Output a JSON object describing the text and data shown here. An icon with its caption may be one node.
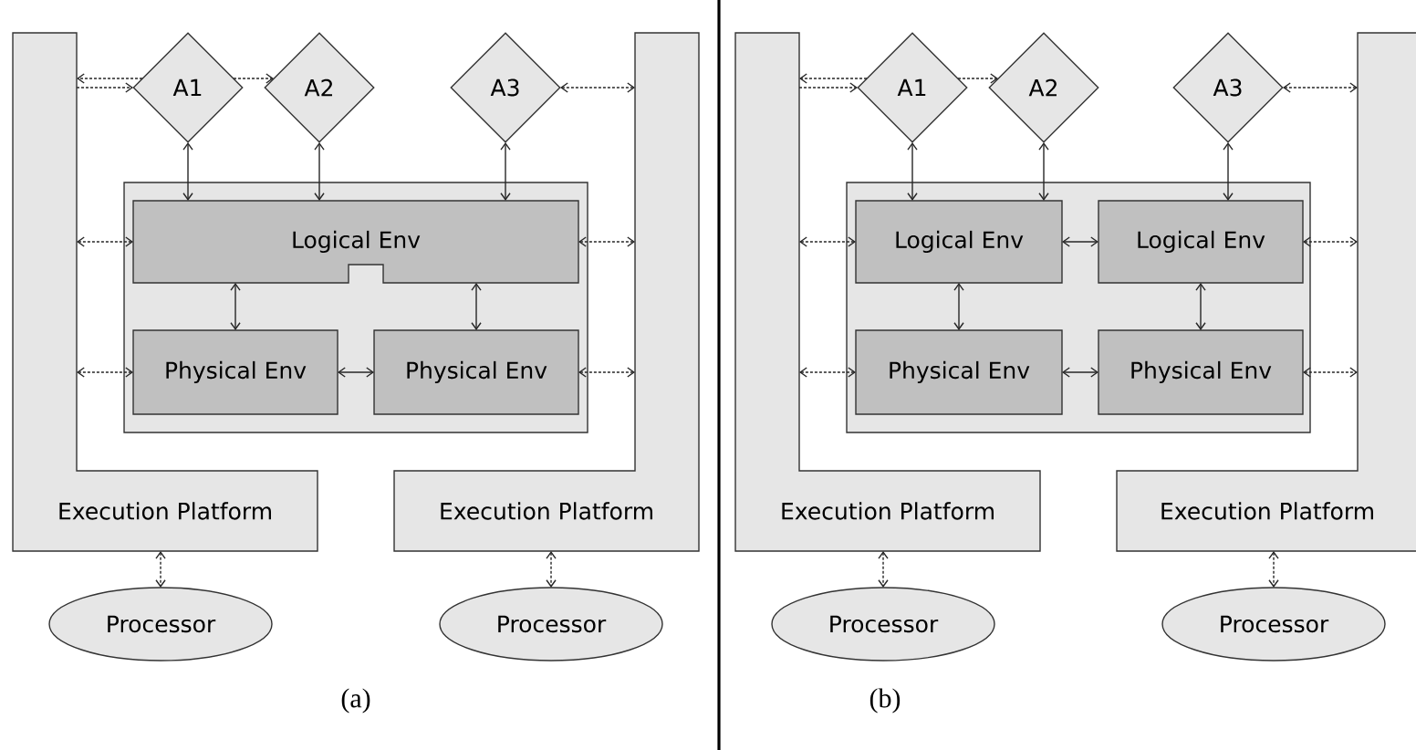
{
  "diagram": {
    "nodes": [
      {
        "text": [
          "Execution Platform"
        ]
      },
      {
        "text": [
          "A1"
        ]
      },
      {
        "text": [
          "A2"
        ]
      },
      {
        "text": [
          "A3"
        ]
      },
      {
        "text": [
          "Execution Platform"
        ]
      },
      {
        "text": [],
        "shape": "box"
      },
      {
        "text": [
          "Logical Env"
        ],
        "in": 5
      },
      {
        "text": [
          "Physical Env"
        ],
        "in": 5
      },
      {
        "text": [
          "Physical Env"
        ],
        "in": 5
      },
      {
        "text": [
          "Processor"
        ]
      },
      {
        "text": [
          "Processor"
        ]
      },
      {
        "text": [
          "Execution Platform"
        ]
      },
      {
        "text": [
          "A1"
        ]
      },
      {
        "text": [
          "A2"
        ]
      },
      {
        "text": [
          "A3"
        ]
      },
      {
        "text": [
          "Execution Platform"
        ]
      },
      {
        "text": [],
        "shape": "box"
      },
      {
        "text": [
          "Logical Env"
        ],
        "in": 16
      },
      {
        "text": [
          "Logical Env"
        ],
        "in": 16
      },
      {
        "text": [
          "Physical Env"
        ],
        "in": 16
      },
      {
        "text": [
          "Physical Env"
        ],
        "in": 16
      },
      {
        "text": [
          "Processor"
        ]
      },
      {
        "text": [
          "Processor"
        ]
      }
    ],
    "edges": [
      {
        "from": 1,
        "to": 0,
        "arrow": "to",
        "style": "dashed"
      },
      {
        "from": 0,
        "to": 1,
        "arrow": "to",
        "style": "dashed"
      },
      {
        "from": 1,
        "to": 2,
        "arrow": "to",
        "style": "dashed"
      },
      {
        "from": 3,
        "to": 4,
        "arrow": "both",
        "style": "dashed"
      },
      {
        "from": 1,
        "to": 6,
        "arrow": "both"
      },
      {
        "from": 2,
        "to": 6,
        "arrow": "both"
      },
      {
        "from": 3,
        "to": 6,
        "arrow": "both"
      },
      {
        "from": 0,
        "to": 6,
        "arrow": "both",
        "style": "dashed"
      },
      {
        "from": 6,
        "to": 4,
        "arrow": "both",
        "style": "dashed"
      },
      {
        "from": 6,
        "to": 7,
        "arrow": "both"
      },
      {
        "from": 6,
        "to": 8,
        "arrow": "both"
      },
      {
        "from": 7,
        "to": 8,
        "arrow": "both"
      },
      {
        "from": 0,
        "to": 7,
        "arrow": "both",
        "style": "dashed"
      },
      {
        "from": 8,
        "to": 4,
        "arrow": "both",
        "style": "dashed"
      },
      {
        "from": 0,
        "to": 9,
        "arrow": "both",
        "style": "dashed"
      },
      {
        "from": 4,
        "to": 10,
        "arrow": "both",
        "style": "dashed"
      },
      {
        "from": 12,
        "to": 11,
        "arrow": "to",
        "style": "dashed"
      },
      {
        "from": 11,
        "to": 12,
        "arrow": "to",
        "style": "dashed"
      },
      {
        "from": 12,
        "to": 13,
        "arrow": "to",
        "style": "dashed"
      },
      {
        "from": 14,
        "to": 15,
        "arrow": "both",
        "style": "dashed"
      },
      {
        "from": 12,
        "to": 17,
        "arrow": "both"
      },
      {
        "from": 13,
        "to": 17,
        "arrow": "both"
      },
      {
        "from": 14,
        "to": 18,
        "arrow": "both"
      },
      {
        "from": 11,
        "to": 17,
        "arrow": "both",
        "style": "dashed"
      },
      {
        "from": 17,
        "to": 18,
        "arrow": "both"
      },
      {
        "from": 18,
        "to": 15,
        "arrow": "both",
        "style": "dashed"
      },
      {
        "from": 17,
        "to": 19,
        "arrow": "both"
      },
      {
        "from": 18,
        "to": 20,
        "arrow": "both"
      },
      {
        "from": 11,
        "to": 19,
        "arrow": "both",
        "style": "dashed"
      },
      {
        "from": 19,
        "to": 20,
        "arrow": "both"
      },
      {
        "from": 20,
        "to": 15,
        "arrow": "both",
        "style": "dashed"
      },
      {
        "from": 11,
        "to": 21,
        "arrow": "both",
        "style": "dashed"
      },
      {
        "from": 15,
        "to": 22,
        "arrow": "both",
        "style": "dashed"
      }
    ],
    "labels": [
      "(a)",
      "(b)"
    ]
  }
}
